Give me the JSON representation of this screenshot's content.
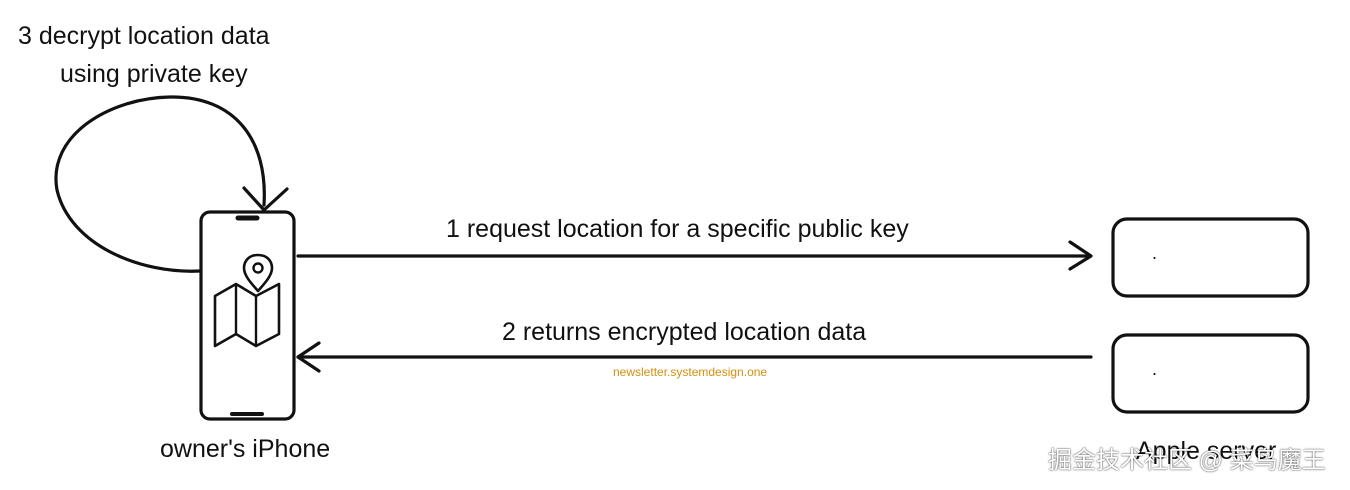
{
  "colors": {
    "ink": "#111111",
    "site_watermark": "#d4900f",
    "corner_watermark": "#ffffff"
  },
  "icons": {
    "phone": "smartphone-outline-icon",
    "location": "location-pin-icon",
    "map": "folded-map-icon"
  },
  "labels": {
    "step3_line1": "3 decrypt location data",
    "step3_line2": "using private key",
    "step1": "1 request location for a specific public key",
    "step2": "2 returns encrypted location data",
    "iphone": "owner's iPhone",
    "server": "Apple server"
  },
  "watermarks": {
    "site": "newsletter.systemdesign.one",
    "corner": "掘金技术社区 @ 菜鸟魔王"
  },
  "server_box_text": {
    "top": ".",
    "bottom": "."
  }
}
